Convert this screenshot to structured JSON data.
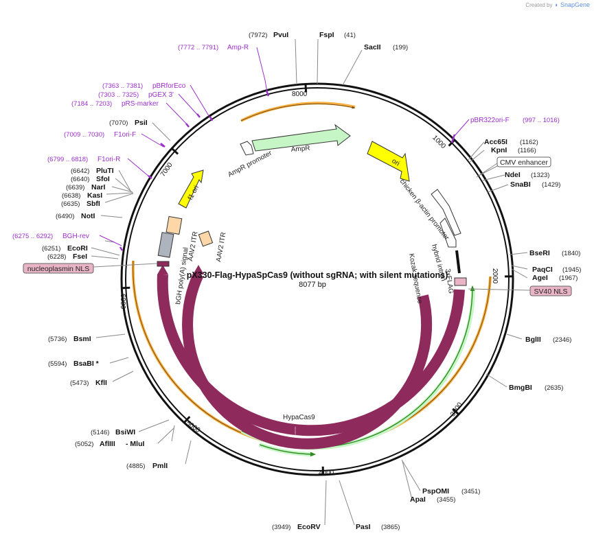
{
  "credit": {
    "created_by": "Created by",
    "app": "SnapGene"
  },
  "plasmid": {
    "name": "pX330-Flag-HypaSpCas9 (without sgRNA; with silent mutations)",
    "length": "8077 bp"
  },
  "ticks": [
    "1000",
    "2000",
    "3000",
    "4000",
    "5000",
    "6000",
    "7000",
    "8000"
  ],
  "sites": {
    "pvui": {
      "pos": "(7972)",
      "name": "PvuI"
    },
    "fspi": {
      "name": "FspI",
      "pos": "(41)"
    },
    "sacii": {
      "name": "SacII",
      "pos": "(199)"
    },
    "acc65i": {
      "name": "Acc65I",
      "pos": "(1162)"
    },
    "kpni": {
      "name": "KpnI",
      "pos": "(1166)"
    },
    "ndei": {
      "name": "NdeI",
      "pos": "(1323)"
    },
    "snabi": {
      "name": "SnaBI",
      "pos": "(1429)"
    },
    "bseri": {
      "name": "BseRI",
      "pos": "(1840)"
    },
    "paqci": {
      "name": "PaqCI",
      "pos": "(1945)"
    },
    "agei": {
      "name": "AgeI",
      "pos": "(1967)"
    },
    "bglii": {
      "name": "BglII",
      "pos": "(2346)"
    },
    "bmgbi": {
      "name": "BmgBI",
      "pos": "(2635)"
    },
    "pspomi": {
      "name": "PspOMI",
      "pos": "(3451)"
    },
    "apai": {
      "name": "ApaI",
      "pos": "(3455)"
    },
    "pasi": {
      "name": "PasI",
      "pos": "(3865)"
    },
    "ecorv": {
      "pos": "(3949)",
      "name": "EcoRV"
    },
    "pmli": {
      "pos": "(4885)",
      "name": "PmlI"
    },
    "aflIII": {
      "pos": "(5052)",
      "name": "AflIII"
    },
    "mlui": {
      "name": "- MluI"
    },
    "bsiwi": {
      "pos": "(5146)",
      "name": "BsiWI"
    },
    "kfli": {
      "pos": "(5473)",
      "name": "KflI"
    },
    "bsabi": {
      "pos": "(5594)",
      "name": "BsaBI  *"
    },
    "bsmi": {
      "pos": "(5736)",
      "name": "BsmI"
    },
    "fsei": {
      "pos": "(6228)",
      "name": "FseI"
    },
    "ecori": {
      "pos": "(6251)",
      "name": "EcoRI"
    },
    "noti": {
      "pos": "(6490)",
      "name": "NotI"
    },
    "sbfi": {
      "pos": "(6635)",
      "name": "SbfI"
    },
    "kasi": {
      "pos": "(6638)",
      "name": "KasI"
    },
    "nari": {
      "pos": "(6639)",
      "name": "NarI"
    },
    "sfoi": {
      "pos": "(6640)",
      "name": "SfoI"
    },
    "pluti": {
      "pos": "(6642)",
      "name": "PluTI"
    },
    "psii": {
      "pos": "(7070)",
      "name": "PsiI"
    }
  },
  "primers": {
    "ampr": {
      "range": "(7772 .. 7791)",
      "name": "Amp-R"
    },
    "pbrforeco": {
      "range": "(7363 .. 7381)",
      "name": "pBRforEco"
    },
    "pgex3": {
      "range": "(7303 .. 7325)",
      "name": "pGEX 3'"
    },
    "prsmarker": {
      "range": "(7184 .. 7203)",
      "name": "pRS-marker"
    },
    "f1orif": {
      "range": "(7009 .. 7030)",
      "name": "F1ori-F"
    },
    "f1orir": {
      "range": "(6799 .. 6818)",
      "name": "F1ori-R"
    },
    "bghrev": {
      "range": "(6275 .. 6292)",
      "name": "BGH-rev"
    },
    "pbr322orif": {
      "name": "pBR322ori-F",
      "range": "(997 .. 1016)"
    }
  },
  "boxes": {
    "cmv": "CMV enhancer",
    "sv40": "SV40 NLS",
    "nucleoplasmin": "nucleoplasmin NLS"
  },
  "features": {
    "amppromoter": "AmpR promoter",
    "ampr": "AmpR",
    "ori": "ori",
    "cba": "chicken β-actin promoter",
    "hybrid": "hybrid intron",
    "kozak": "Kozak sequence",
    "flag": "3xFLAG",
    "f1ori": "f1 ori",
    "itr1": "AAV2 ITR",
    "itr2": "AAV2 ITR",
    "bgh": "bGH poly(A) signal",
    "cas9": "Cas9",
    "hypacas9": "HypaCas9"
  },
  "colors": {
    "cas9": "#8e2a5c",
    "ori": "#ffff00",
    "ampr": "#c6f5c6",
    "orange": "#f5b040",
    "green": "#2f8a1f",
    "primer": "#9a2fc9",
    "nls_box": "#e8b4c6"
  }
}
